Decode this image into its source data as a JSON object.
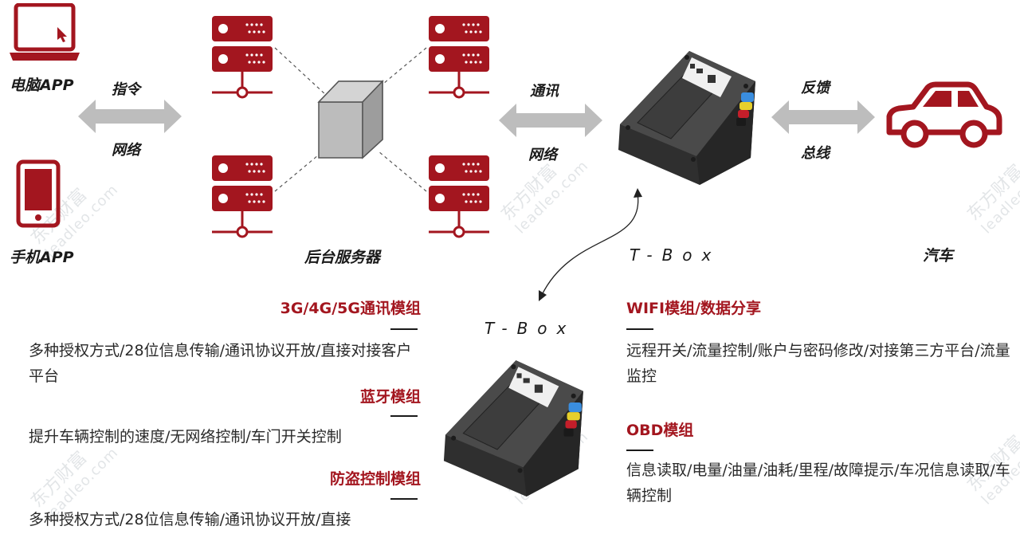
{
  "nodes": {
    "pc_app": "电脑APP",
    "phone_app": "手机APP",
    "backend_servers": "后台服务器",
    "tbox_top": "T-Box",
    "car": "汽车",
    "tbox_center": "T-Box"
  },
  "arrows": {
    "app_server_top": "指令",
    "app_server_bottom": "网络",
    "server_tbox_top": "通讯",
    "server_tbox_bottom": "网络",
    "tbox_car_top": "反馈",
    "tbox_car_bottom": "总线"
  },
  "modules": {
    "comm": {
      "title": "3G/4G/5G通讯模组",
      "desc": "多种授权方式/28位信息传输/通讯协议开放/直接对接客户平台"
    },
    "bluetooth": {
      "title": "蓝牙模组",
      "desc": "提升车辆控制的速度/无网络控制/车门开关控制"
    },
    "antitheft": {
      "title": "防盗控制模组",
      "desc": "多种授权方式/28位信息传输/通讯协议开放/直接"
    },
    "wifi": {
      "title": "WIFI模组/数据分享",
      "desc": "远程开关/流量控制/账户与密码修改/对接第三方平台/流量监控"
    },
    "obd": {
      "title": "OBD模组",
      "desc": "信息读取/电量/油量/油耗/里程/故障提示/车况信息读取/车辆控制"
    }
  },
  "watermark": {
    "brand": "东方财富",
    "domain": "leadleo.com"
  },
  "colors": {
    "accent": "#a3161f",
    "arrow": "#bdbdbd",
    "device": "#3a3a3a"
  },
  "icons": {
    "pc": "laptop-icon",
    "phone": "tablet-icon",
    "server": "server-icon",
    "cube": "cube-icon",
    "car": "car-icon",
    "device": "tbox-device-icon"
  }
}
